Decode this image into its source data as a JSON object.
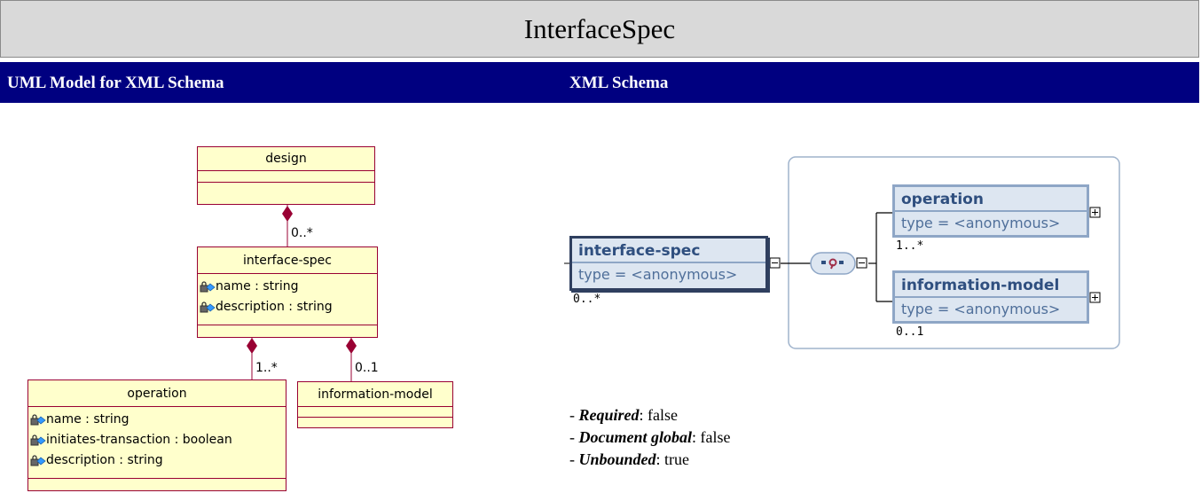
{
  "title": "InterfaceSpec",
  "header": {
    "left": "UML Model for XML Schema",
    "right": "XML Schema"
  },
  "uml": {
    "design": {
      "name": "design"
    },
    "interface_spec": {
      "name": "interface-spec",
      "attributes": [
        "name : string",
        "description : string"
      ]
    },
    "operation": {
      "name": "operation",
      "attributes": [
        "name : string",
        "initiates-transaction : boolean",
        "description : string"
      ]
    },
    "information_model": {
      "name": "information-model"
    },
    "multiplicities": {
      "design_interface": "0..*",
      "interface_operation": "1..*",
      "interface_information": "0..1"
    }
  },
  "xml_schema": {
    "root": {
      "name": "interface-spec",
      "type": "type = <anonymous>",
      "multiplicity": "0..*"
    },
    "children": [
      {
        "name": "operation",
        "type": "type = <anonymous>",
        "multiplicity": "1..*"
      },
      {
        "name": "information-model",
        "type": "type = <anonymous>",
        "multiplicity": "0..1"
      }
    ],
    "compositor": "sequence",
    "icons": {
      "expand": "plus-box-icon",
      "collapse": "minus-box-icon",
      "sequence": "sequence-compositor-icon"
    }
  },
  "properties": [
    {
      "label": "Required",
      "value": "false"
    },
    {
      "label": "Document global",
      "value": "false"
    },
    {
      "label": "Unbounded",
      "value": "true"
    }
  ],
  "colors": {
    "header_bg": "#000080",
    "uml_fill": "#ffffcc",
    "uml_border": "#990033",
    "xs_fill": "#dde6f1",
    "xs_border": "#8ea6c6"
  }
}
